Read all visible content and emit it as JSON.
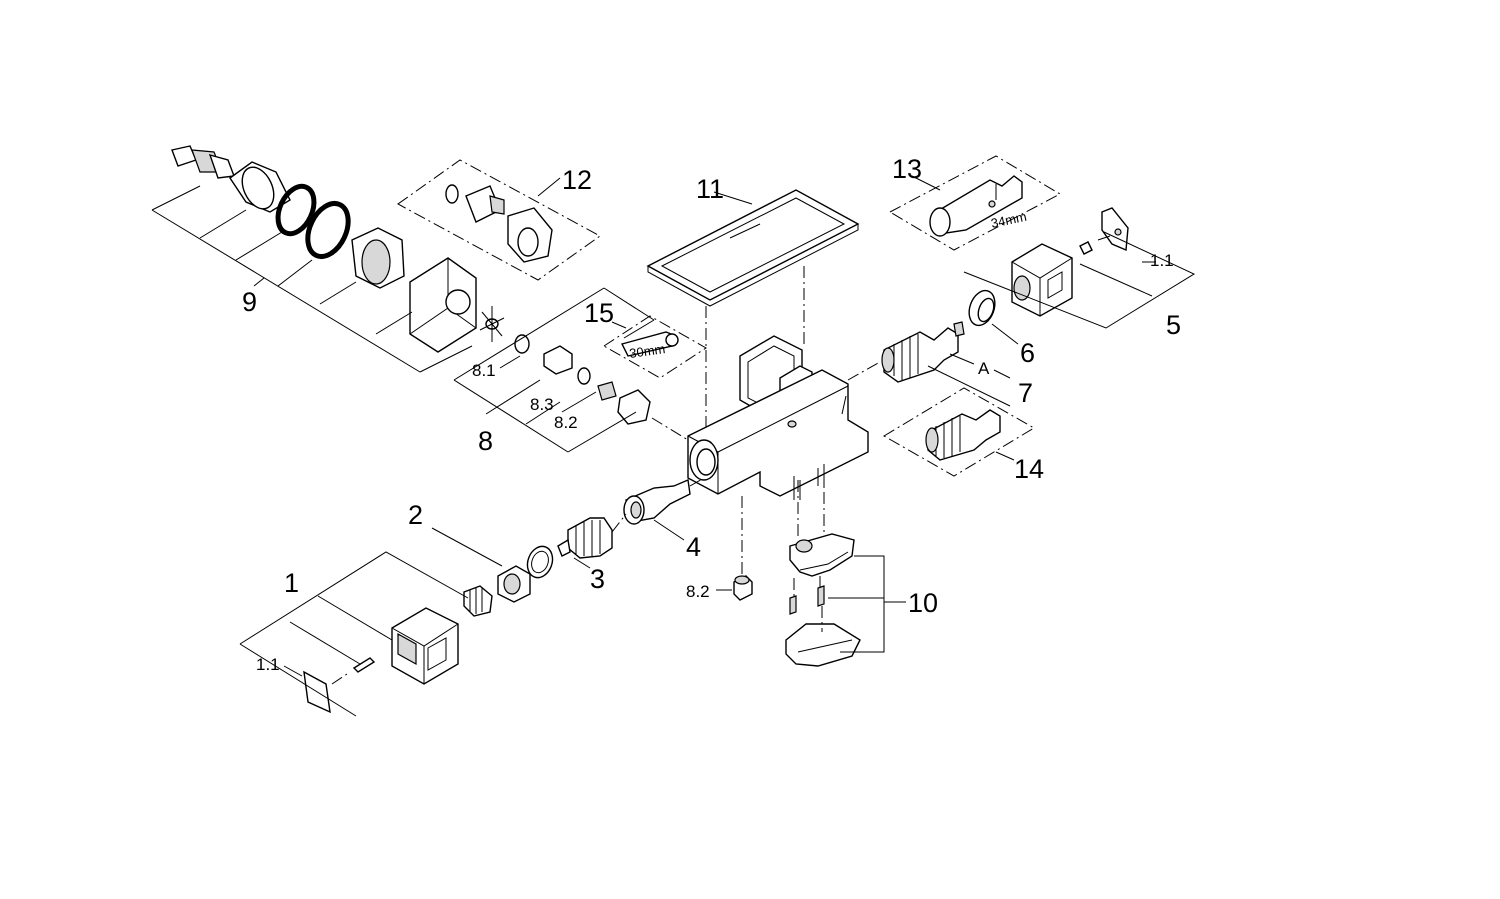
{
  "diagram": {
    "title": "Exploded parts diagram – thermostatic bath mixer",
    "labels": {
      "p1": "1",
      "p1_1_left": "1.1",
      "p2": "2",
      "p3": "3",
      "p4": "4",
      "p5": "5",
      "p1_1_right": "1.1",
      "p6": "6",
      "p7": "7",
      "p7_a": "A",
      "p8": "8",
      "p8_1": "8.1",
      "p8_2": "8.2",
      "p8_3": "8.3",
      "p8_2_bottom": "8.2",
      "p9": "9",
      "p10": "10",
      "p11": "11",
      "p12": "12",
      "p13": "13",
      "p14": "14",
      "p15": "15"
    },
    "dimensions": {
      "wrench": "30mm",
      "sleeve": "34mm"
    }
  }
}
